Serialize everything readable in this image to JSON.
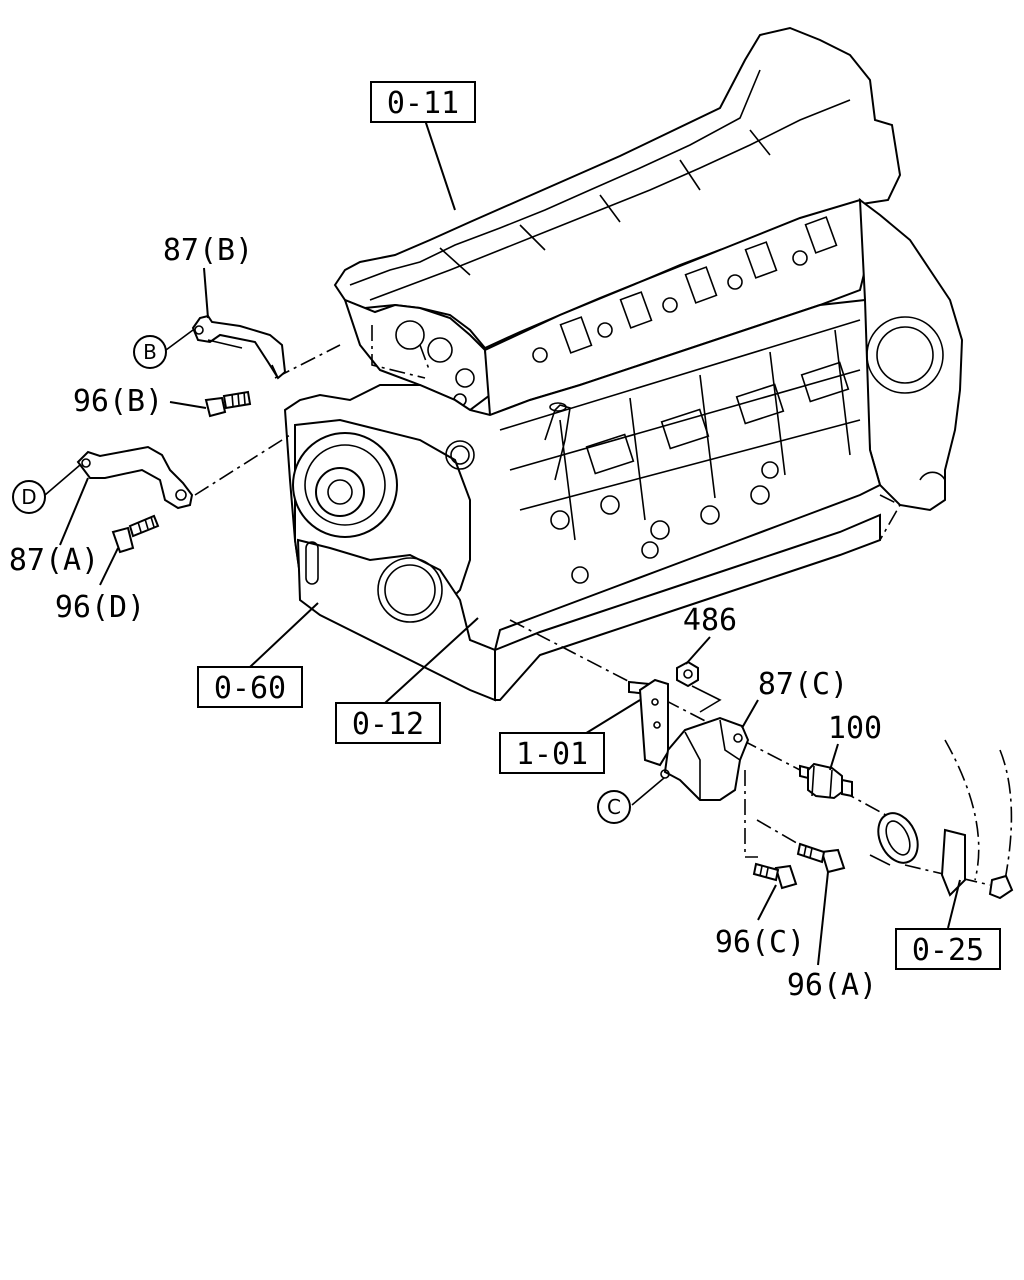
{
  "refs": {
    "r011": "0-11",
    "r060": "0-60",
    "r012": "0-12",
    "r101": "1-01",
    "r025": "0-25"
  },
  "parts": {
    "p87b": "87(B)",
    "p96b": "96(B)",
    "p87a": "87(A)",
    "p96d": "96(D)",
    "p486": "486",
    "p87c": "87(C)",
    "p100": "100",
    "p96c": "96(C)",
    "p96a": "96(A)"
  },
  "circles": {
    "b": "B",
    "d": "D",
    "c": "C"
  }
}
